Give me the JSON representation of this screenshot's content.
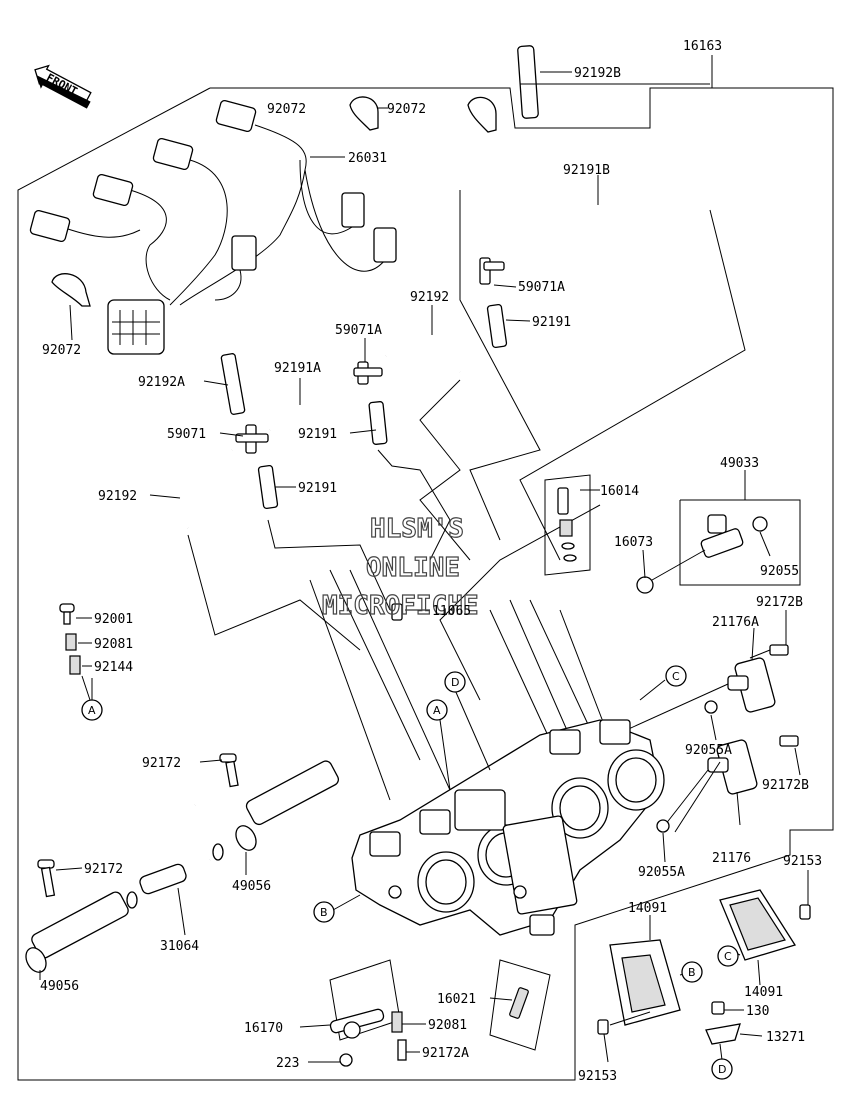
{
  "front_arrow": {
    "label": "FRONT"
  },
  "watermark": {
    "line1": "HLSM'S",
    "line2": "ONLINE",
    "line3": "MICROFICHE"
  },
  "parts": [
    {
      "id": "p16163",
      "number": "16163"
    },
    {
      "id": "p92192B",
      "number": "92192B"
    },
    {
      "id": "p92072a",
      "number": "92072"
    },
    {
      "id": "p92072b",
      "number": "92072"
    },
    {
      "id": "p26031",
      "number": "26031"
    },
    {
      "id": "p92191B",
      "number": "92191B"
    },
    {
      "id": "p59071A_r",
      "number": "59071A"
    },
    {
      "id": "p92191_r",
      "number": "92191"
    },
    {
      "id": "p92072c",
      "number": "92072"
    },
    {
      "id": "p92192",
      "number": "92192"
    },
    {
      "id": "p59071A_m",
      "number": "59071A"
    },
    {
      "id": "p92192A",
      "number": "92192A"
    },
    {
      "id": "p92191A",
      "number": "92191A"
    },
    {
      "id": "p59071",
      "number": "59071"
    },
    {
      "id": "p92191_m",
      "number": "92191"
    },
    {
      "id": "p92191_l",
      "number": "92191"
    },
    {
      "id": "p92192_l",
      "number": "92192"
    },
    {
      "id": "p16014",
      "number": "16014"
    },
    {
      "id": "p49033",
      "number": "49033"
    },
    {
      "id": "p16073",
      "number": "16073"
    },
    {
      "id": "p92055",
      "number": "92055"
    },
    {
      "id": "p11065",
      "number": "11065"
    },
    {
      "id": "p92001",
      "number": "92001"
    },
    {
      "id": "p92081_l",
      "number": "92081"
    },
    {
      "id": "p92144",
      "number": "92144"
    },
    {
      "id": "p92172B_a",
      "number": "92172B"
    },
    {
      "id": "p21176A",
      "number": "21176A"
    },
    {
      "id": "p92055A_a",
      "number": "92055A"
    },
    {
      "id": "p92172B_b",
      "number": "92172B"
    },
    {
      "id": "p92172_a",
      "number": "92172"
    },
    {
      "id": "p21176",
      "number": "21176"
    },
    {
      "id": "p92055A_b",
      "number": "92055A"
    },
    {
      "id": "p92172_b",
      "number": "92172"
    },
    {
      "id": "p49056_a",
      "number": "49056"
    },
    {
      "id": "p31064",
      "number": "31064"
    },
    {
      "id": "p49056_b",
      "number": "49056"
    },
    {
      "id": "p92153_a",
      "number": "92153"
    },
    {
      "id": "p14091_a",
      "number": "14091"
    },
    {
      "id": "p14091_b",
      "number": "14091"
    },
    {
      "id": "p16021",
      "number": "16021"
    },
    {
      "id": "p16170",
      "number": "16170"
    },
    {
      "id": "p92081_b",
      "number": "92081"
    },
    {
      "id": "p130",
      "number": "130"
    },
    {
      "id": "p13271",
      "number": "13271"
    },
    {
      "id": "p223",
      "number": "223"
    },
    {
      "id": "p92172A",
      "number": "92172A"
    },
    {
      "id": "p92153_b",
      "number": "92153"
    }
  ],
  "callouts": [
    {
      "id": "cA1",
      "letter": "A"
    },
    {
      "id": "cA2",
      "letter": "A"
    },
    {
      "id": "cD1",
      "letter": "D"
    },
    {
      "id": "cC1",
      "letter": "C"
    },
    {
      "id": "cB1",
      "letter": "B"
    },
    {
      "id": "cB2",
      "letter": "B"
    },
    {
      "id": "cC2",
      "letter": "C"
    },
    {
      "id": "cD2",
      "letter": "D"
    }
  ]
}
